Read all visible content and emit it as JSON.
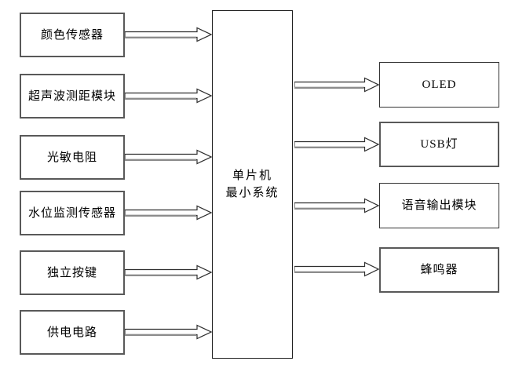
{
  "diagram": {
    "center": {
      "label_lines": [
        "单片机",
        "最小系统"
      ]
    },
    "inputs": [
      {
        "label": "颜色传感器"
      },
      {
        "label": "超声波测距模块"
      },
      {
        "label": "光敏电阻"
      },
      {
        "label": "水位监测传感器"
      },
      {
        "label": "独立按键"
      },
      {
        "label": "供电电路"
      }
    ],
    "outputs": [
      {
        "label": "OLED"
      },
      {
        "label": "USB灯"
      },
      {
        "label": "语音输出模块"
      },
      {
        "label": "蜂鸣器"
      }
    ],
    "colors": {
      "background": "#ffffff",
      "box_border": "#595959",
      "center_box_border": "#1f1f1f",
      "arrow_outline": "#2e2e2e",
      "arrow_shadow": "#8c8c8c",
      "text": "#000000"
    }
  }
}
